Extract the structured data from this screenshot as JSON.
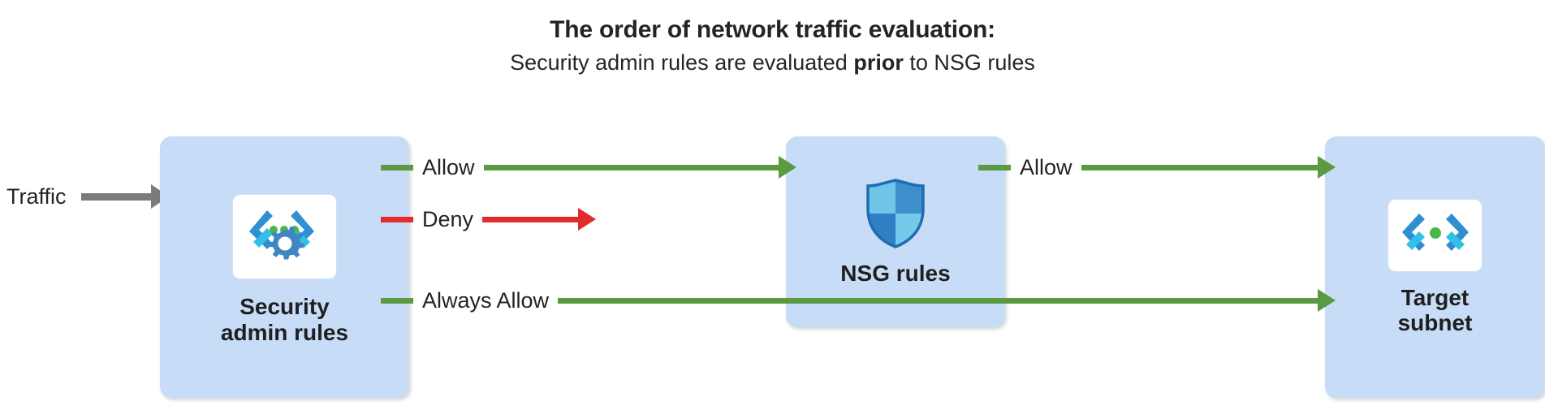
{
  "heading": {
    "title": "The order of network traffic evaluation:",
    "subtitle_prefix": "Security admin rules are evaluated ",
    "subtitle_strong": "prior",
    "subtitle_suffix": " to NSG rules"
  },
  "traffic": {
    "label": "Traffic",
    "arrow_icon": "gray-arrow-right-icon",
    "color": "#7b7b7b"
  },
  "nodes": [
    {
      "id": "security",
      "label": "Security\nadmin rules",
      "icon": "azure-policy-icon",
      "fill": "#c7dcf7"
    },
    {
      "id": "nsg",
      "label": "NSG rules",
      "icon": "shield-icon",
      "fill": "#c7dcf7"
    },
    {
      "id": "target",
      "label": "Target\nsubnet",
      "icon": "subnet-icon",
      "fill": "#c7dcf7"
    }
  ],
  "connectors": [
    {
      "id": "allow-1",
      "label": "Allow",
      "color": "#5c9a42",
      "from": "security",
      "to": "nsg",
      "arrowhead": true
    },
    {
      "id": "deny",
      "label": "Deny",
      "color": "#e32b2b",
      "from": "security",
      "to": "blocked",
      "arrowhead": true
    },
    {
      "id": "allow-2",
      "label": "Allow",
      "color": "#5c9a42",
      "from": "nsg",
      "to": "target",
      "arrowhead": true
    },
    {
      "id": "always-allow",
      "label": "Always Allow",
      "color": "#5c9a42",
      "from": "security",
      "to": "target",
      "arrowhead": true
    }
  ],
  "colors": {
    "allow_green": "#5c9a42",
    "deny_red": "#e32b2b",
    "traffic_gray": "#7b7b7b",
    "node_fill": "#c7dcf7",
    "text": "#242424"
  }
}
